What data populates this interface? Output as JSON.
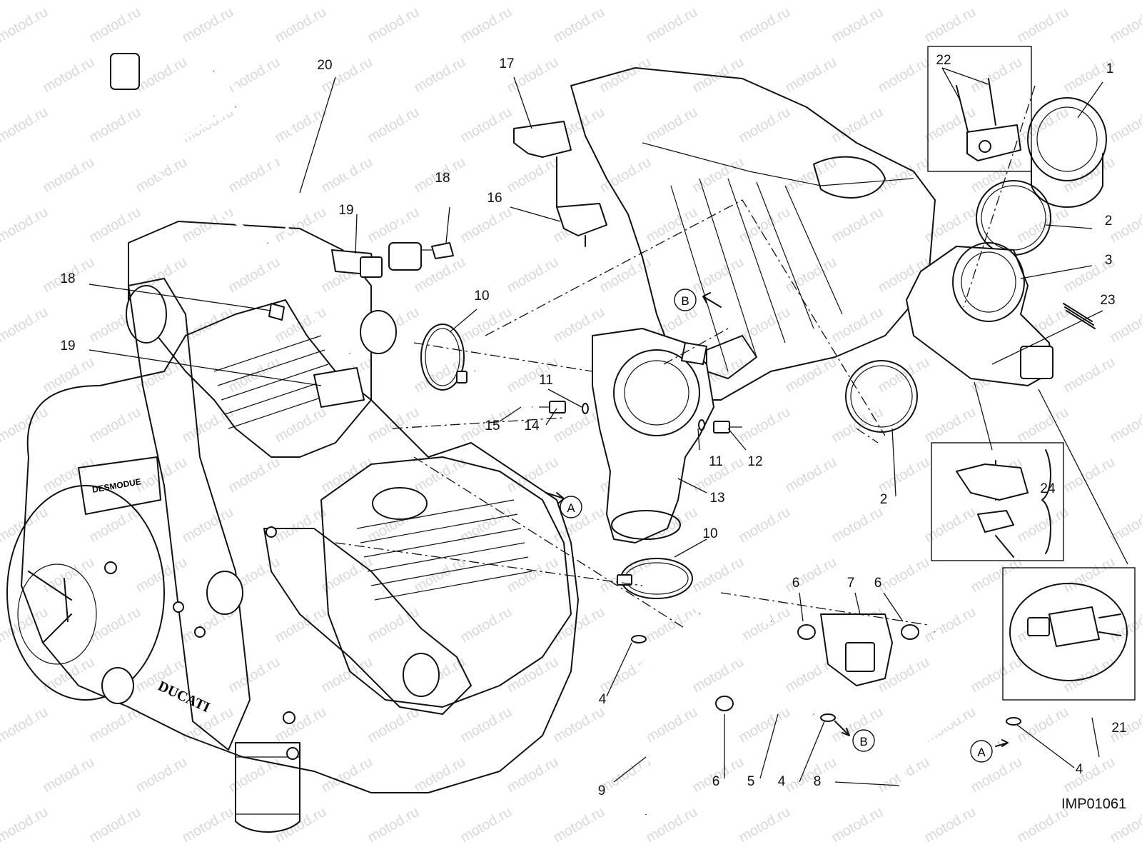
{
  "watermark": {
    "text": "motod.ru"
  },
  "drawing_code": "IMP01061",
  "logos": {
    "brand": "DUCATI",
    "engine_plate": "DESMODUE"
  },
  "callouts": [
    {
      "id": "c-1-a",
      "text": "1"
    },
    {
      "id": "c-2-a",
      "text": "2"
    },
    {
      "id": "c-2-b",
      "text": "2"
    },
    {
      "id": "c-3",
      "text": "3"
    },
    {
      "id": "c-4-a",
      "text": "4"
    },
    {
      "id": "c-4-b",
      "text": "4"
    },
    {
      "id": "c-4-c",
      "text": "4"
    },
    {
      "id": "c-5",
      "text": "5"
    },
    {
      "id": "c-6-a",
      "text": "6"
    },
    {
      "id": "c-6-b",
      "text": "6"
    },
    {
      "id": "c-6-c",
      "text": "6"
    },
    {
      "id": "c-7",
      "text": "7"
    },
    {
      "id": "c-8",
      "text": "8"
    },
    {
      "id": "c-9",
      "text": "9"
    },
    {
      "id": "c-10-a",
      "text": "10"
    },
    {
      "id": "c-10-b",
      "text": "10"
    },
    {
      "id": "c-11-a",
      "text": "11"
    },
    {
      "id": "c-11-b",
      "text": "11"
    },
    {
      "id": "c-12",
      "text": "12"
    },
    {
      "id": "c-13",
      "text": "13"
    },
    {
      "id": "c-14",
      "text": "14"
    },
    {
      "id": "c-15",
      "text": "15"
    },
    {
      "id": "c-16",
      "text": "16"
    },
    {
      "id": "c-17",
      "text": "17"
    },
    {
      "id": "c-18-a",
      "text": "18"
    },
    {
      "id": "c-18-b",
      "text": "18"
    },
    {
      "id": "c-19-a",
      "text": "19"
    },
    {
      "id": "c-19-b",
      "text": "19"
    },
    {
      "id": "c-20",
      "text": "20"
    },
    {
      "id": "c-21",
      "text": "21"
    },
    {
      "id": "c-22",
      "text": "22"
    },
    {
      "id": "c-23",
      "text": "23"
    },
    {
      "id": "c-24",
      "text": "24"
    }
  ],
  "connector_markers": [
    {
      "id": "m-a-1",
      "text": "A"
    },
    {
      "id": "m-a-2",
      "text": "A"
    },
    {
      "id": "m-b-1",
      "text": "B"
    },
    {
      "id": "m-b-2",
      "text": "B"
    }
  ]
}
